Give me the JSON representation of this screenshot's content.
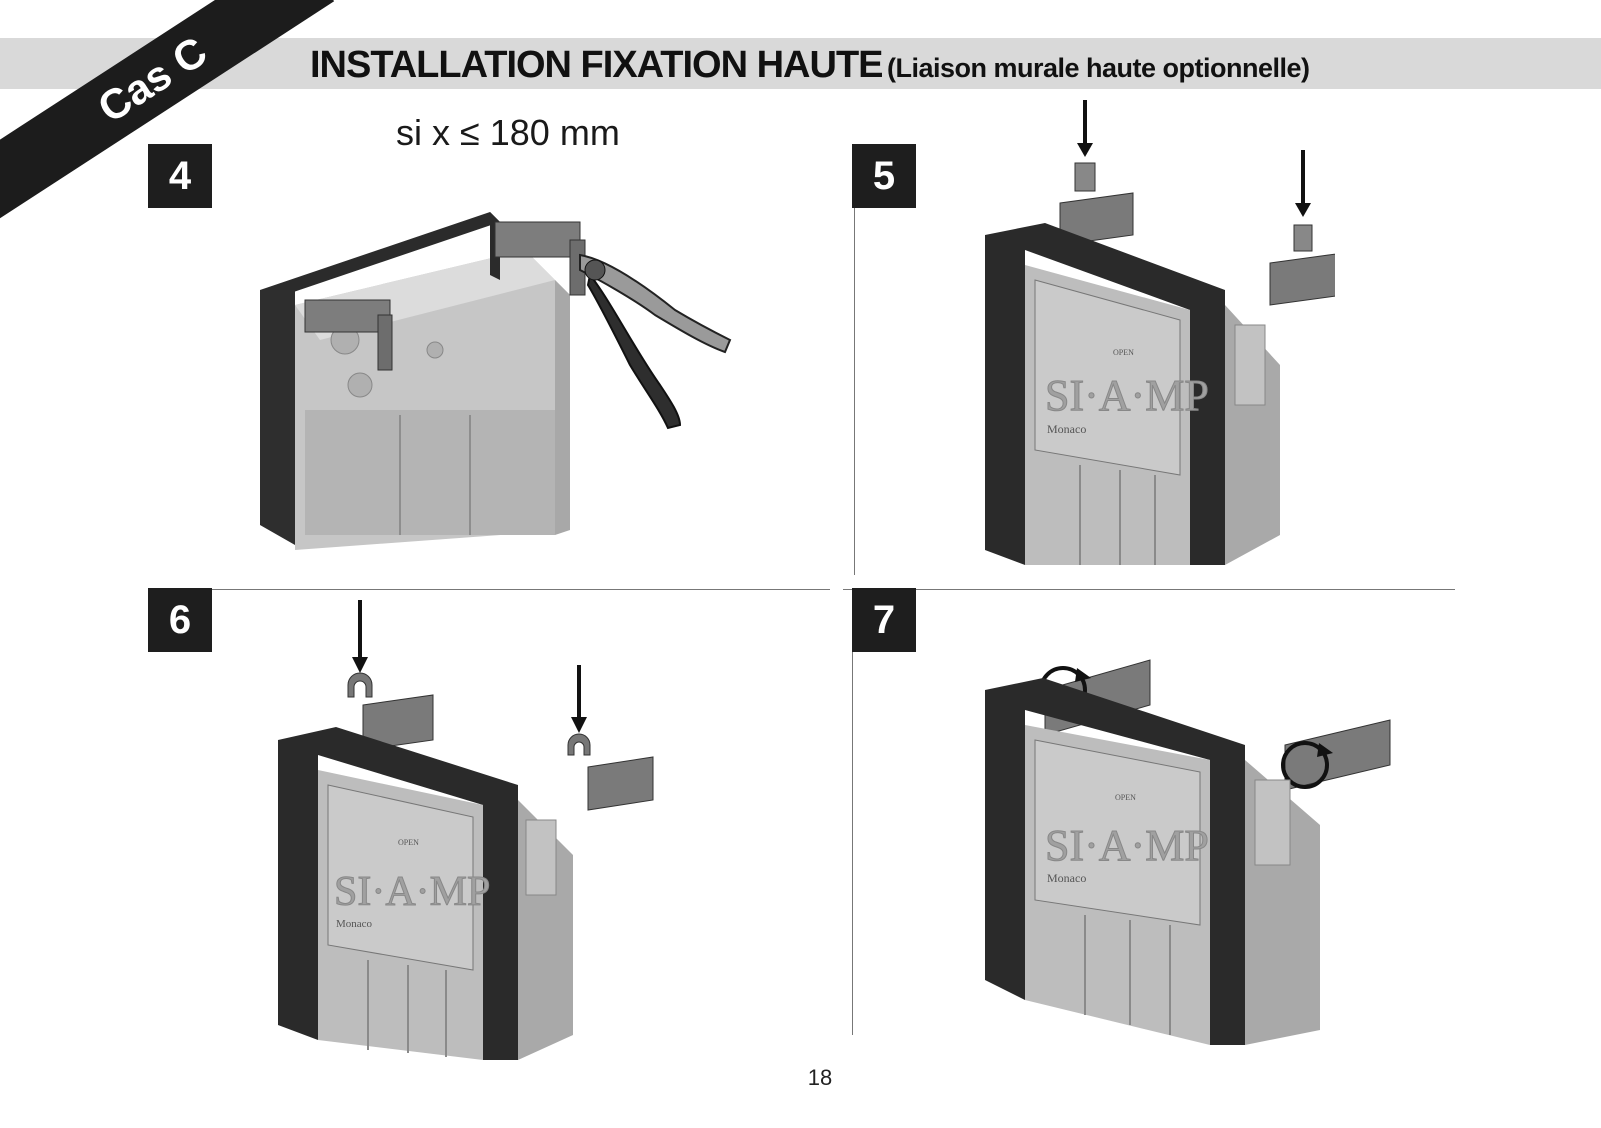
{
  "header": {
    "title_main": "INSTALLATION FIXATION HAUTE",
    "title_sub": "(Liaison murale haute optionnelle)",
    "corner_label": "Cas C"
  },
  "condition": "si x ≤ 180 mm",
  "steps": [
    {
      "number": "4"
    },
    {
      "number": "5"
    },
    {
      "number": "6"
    },
    {
      "number": "7"
    }
  ],
  "product": {
    "brand": "SI·A·MP",
    "origin": "Monaco",
    "open_label": "OPEN"
  },
  "page_number": "18",
  "colors": {
    "band": "#d9d9d9",
    "frame": "#2b2b2b",
    "tank": "#b9b9b9",
    "badge": "#1e1e1e"
  }
}
